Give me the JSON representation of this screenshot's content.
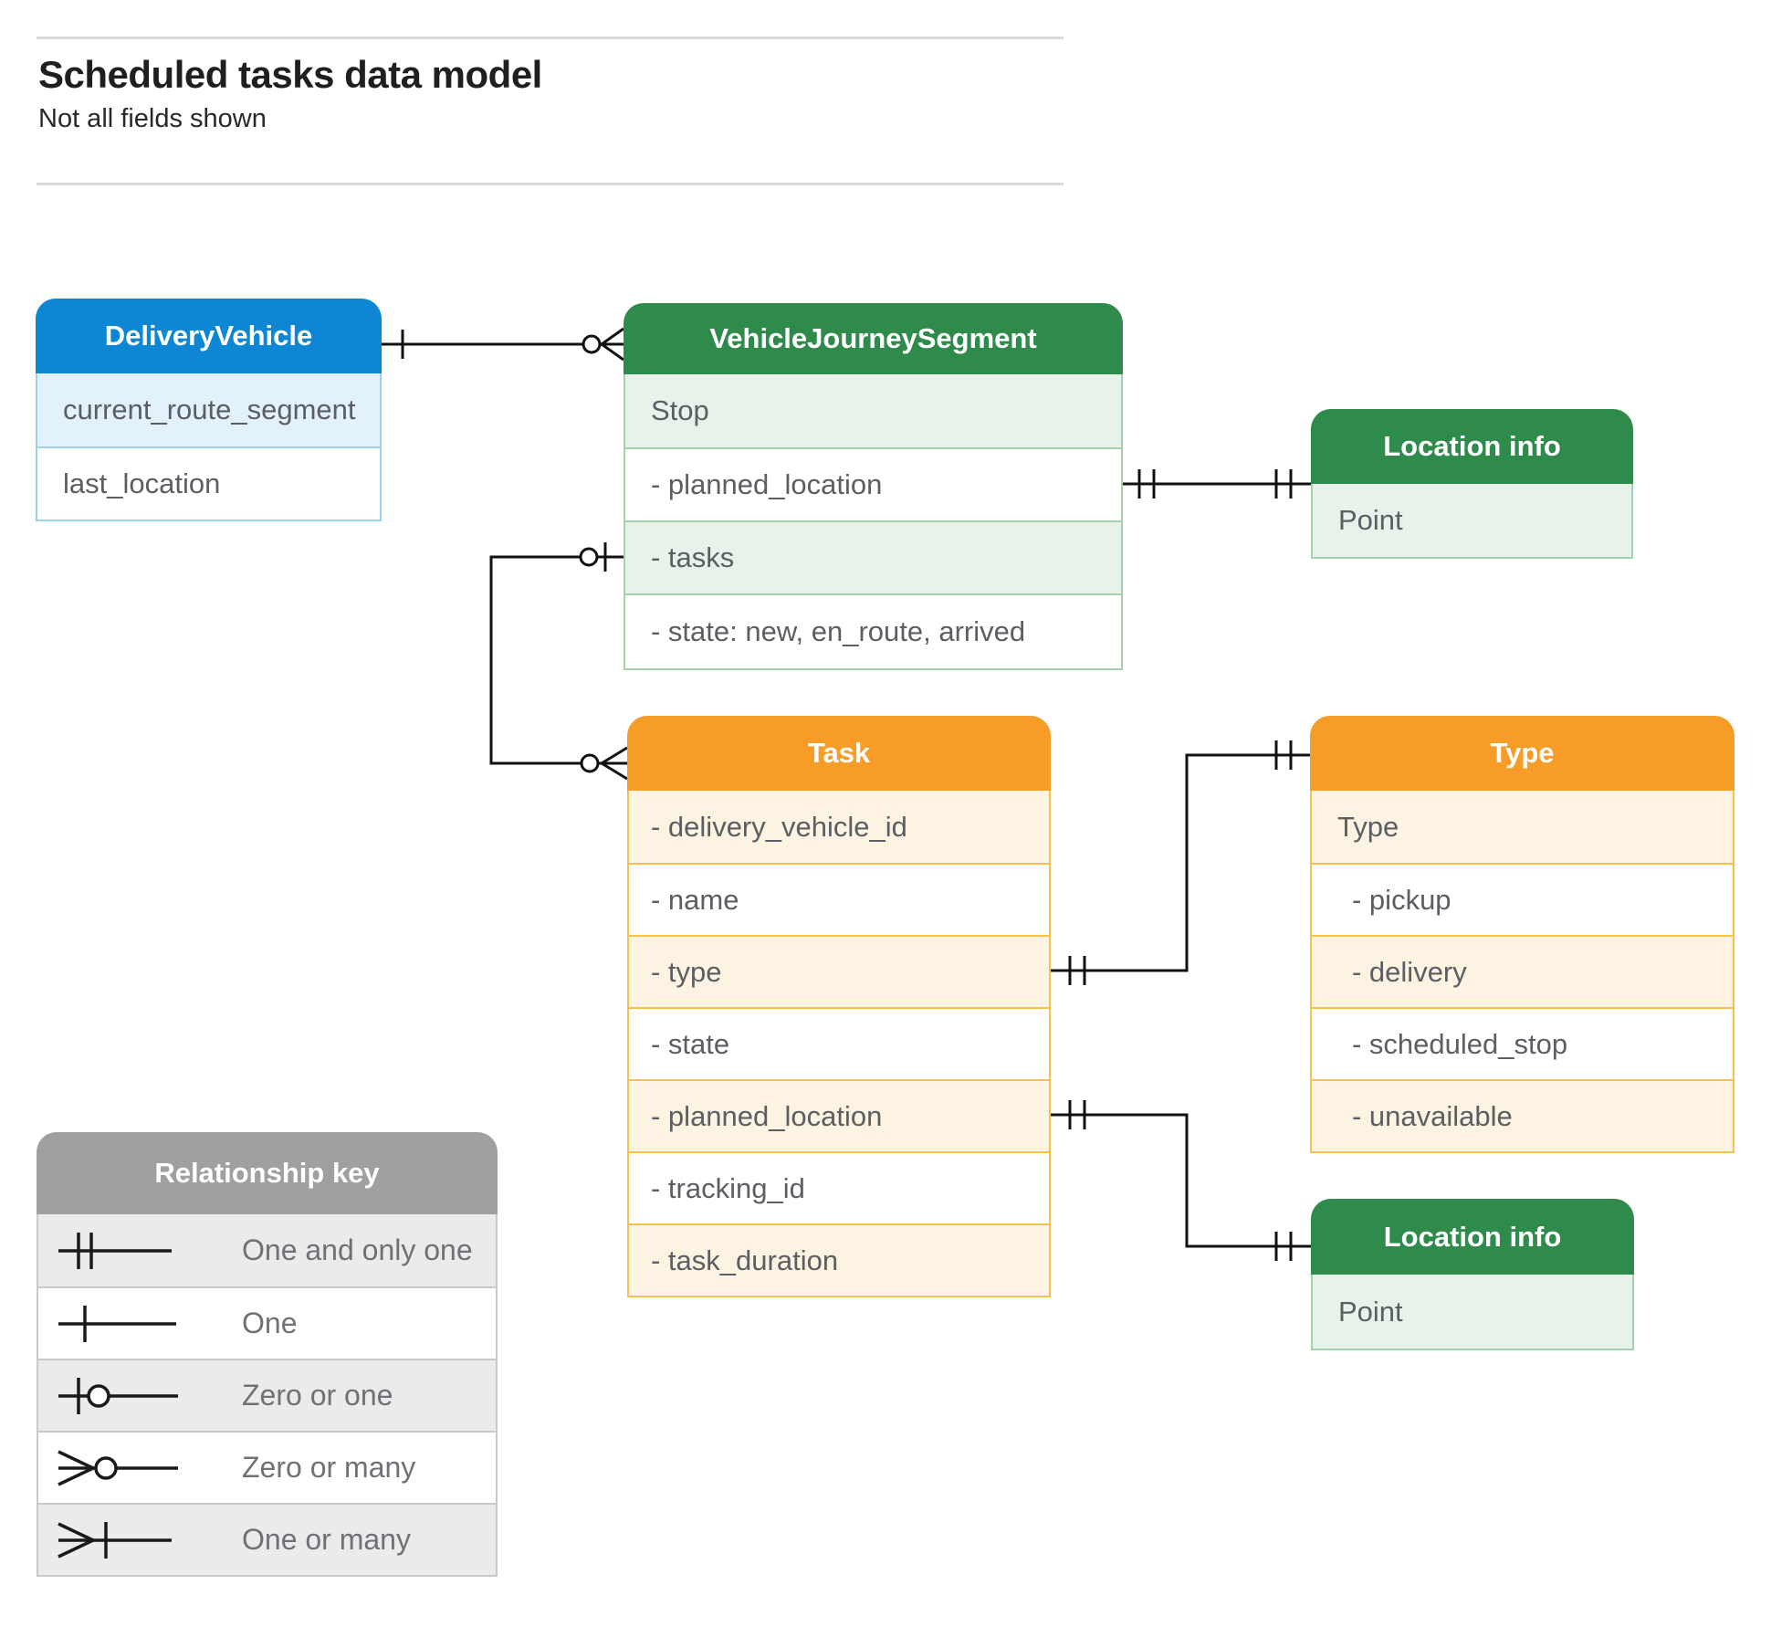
{
  "page": {
    "title": "Scheduled tasks data model",
    "subtitle": "Not all fields shown"
  },
  "entities": {
    "delivery_vehicle": {
      "title": "DeliveryVehicle",
      "rows": [
        "current_route_segment",
        "last_location"
      ]
    },
    "vehicle_journey_segment": {
      "title": "VehicleJourneySegment",
      "rows": [
        "Stop",
        "- planned_location",
        "- tasks",
        "- state: new, en_route, arrived"
      ]
    },
    "location_info_top": {
      "title": "Location info",
      "rows": [
        "Point"
      ]
    },
    "task": {
      "title": "Task",
      "rows": [
        "- delivery_vehicle_id",
        "- name",
        "- type",
        "- state",
        "- planned_location",
        "- tracking_id",
        "- task_duration"
      ]
    },
    "type": {
      "title": "Type",
      "rows": [
        "Type",
        "- pickup",
        "- delivery",
        "- scheduled_stop",
        "- unavailable"
      ]
    },
    "location_info_bottom": {
      "title": "Location info",
      "rows": [
        "Point"
      ]
    }
  },
  "relationships": [
    {
      "from": "DeliveryVehicle",
      "from_symbol": "one",
      "to": "VehicleJourneySegment",
      "to_symbol": "zero-or-many"
    },
    {
      "from": "VehicleJourneySegment.tasks",
      "from_symbol": "zero-or-one",
      "to": "Task",
      "to_symbol": "zero-or-many"
    },
    {
      "from": "VehicleJourneySegment.planned_location",
      "from_symbol": "one-and-only-one",
      "to": "Location info",
      "to_symbol": "one-and-only-one"
    },
    {
      "from": "Task.type",
      "from_symbol": "one-and-only-one",
      "to": "Type",
      "to_symbol": "one-and-only-one"
    },
    {
      "from": "Task.planned_location",
      "from_symbol": "one-and-only-one",
      "to": "Location info",
      "to_symbol": "one-and-only-one"
    }
  ],
  "legend": {
    "title": "Relationship key",
    "items": [
      {
        "symbol": "one-and-only-one",
        "label": "One and only one"
      },
      {
        "symbol": "one",
        "label": "One"
      },
      {
        "symbol": "zero-or-one",
        "label": "Zero or one"
      },
      {
        "symbol": "zero-or-many",
        "label": "Zero or many"
      },
      {
        "symbol": "one-or-many",
        "label": "One or many"
      }
    ]
  },
  "colors": {
    "blue_header": "#0d87d4",
    "blue_row": "#e3f1fb",
    "blue_border": "#9ed0ef",
    "green_header": "#2f8b4c",
    "green_row": "#e7f2ea",
    "green_border": "#a5d2ad",
    "orange_header": "#f79d27",
    "orange_row": "#fdf3e2",
    "orange_border": "#f8c14d",
    "gray_header": "#a0a0a0",
    "gray_row": "#ebebeb",
    "gray_border": "#c9c9c9",
    "wire": "#111111",
    "rule": "#d9d9d9",
    "row_text": "#5b5e63",
    "title_text": "#1f1f1f"
  }
}
